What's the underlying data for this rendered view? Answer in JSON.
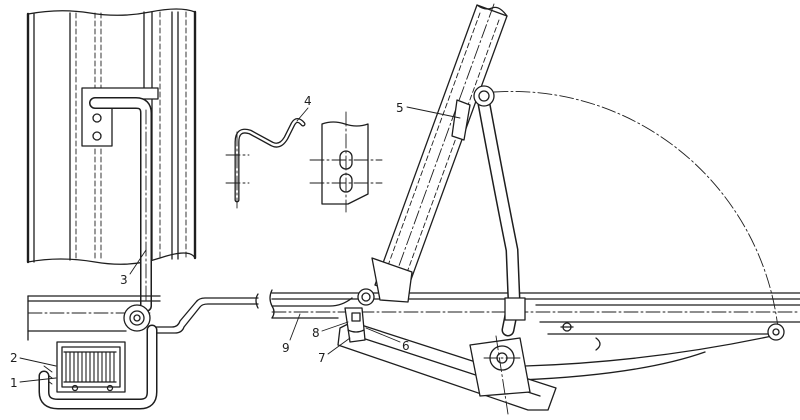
{
  "colors": {
    "ink": "#1e1e1e",
    "paper": "#ffffff"
  },
  "callouts": [
    {
      "label": "1"
    },
    {
      "label": "2"
    },
    {
      "label": "3"
    },
    {
      "label": "4"
    },
    {
      "label": "5"
    },
    {
      "label": "6"
    },
    {
      "label": "7"
    },
    {
      "label": "8"
    },
    {
      "label": "9"
    }
  ]
}
